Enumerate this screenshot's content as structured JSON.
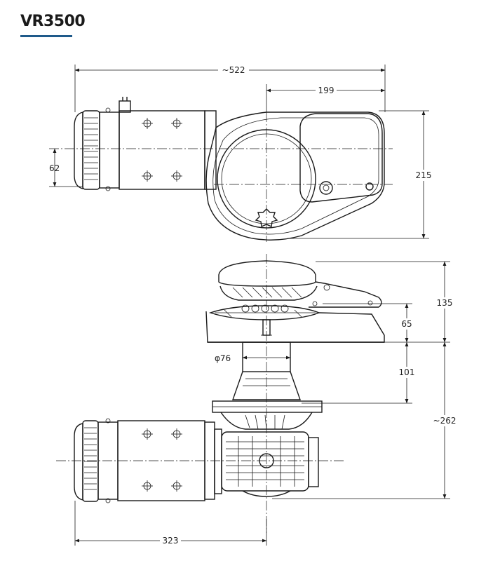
{
  "title": "VR3500",
  "accent_color": "#1f5a8a",
  "dimensions": {
    "overall_length": "~522",
    "gypsy_offset": "199",
    "motor_height": "62",
    "top_height": "215",
    "cap_height": "135",
    "gypsy_height": "65",
    "shaft_diameter": "φ76",
    "deck_thickness": "101",
    "below_deck_height": "~262",
    "motor_length": "323"
  }
}
